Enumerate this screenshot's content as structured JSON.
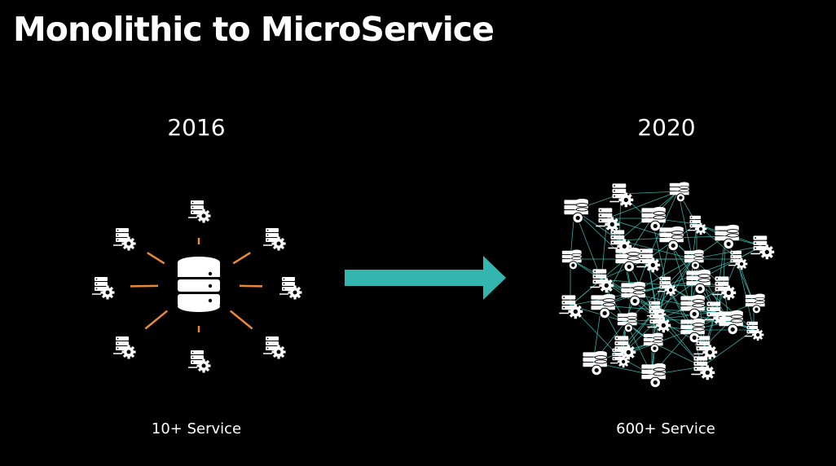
{
  "slide": {
    "title": "Monolithic to MicroService"
  },
  "before": {
    "year": "2016",
    "caption": "10+ Service",
    "center_icon": "database-icon",
    "spoke_icon": "server-gear-icon"
  },
  "after": {
    "year": "2020",
    "caption": "600+ Service",
    "node_icon": "server-gear-icon"
  },
  "transition": {
    "icon": "arrow-right-icon"
  },
  "colors": {
    "background": "#000000",
    "text": "#ffffff",
    "spoke_line": "#e8883a",
    "arrow": "#35b5b0",
    "mesh_line": "#3fc9c0"
  }
}
